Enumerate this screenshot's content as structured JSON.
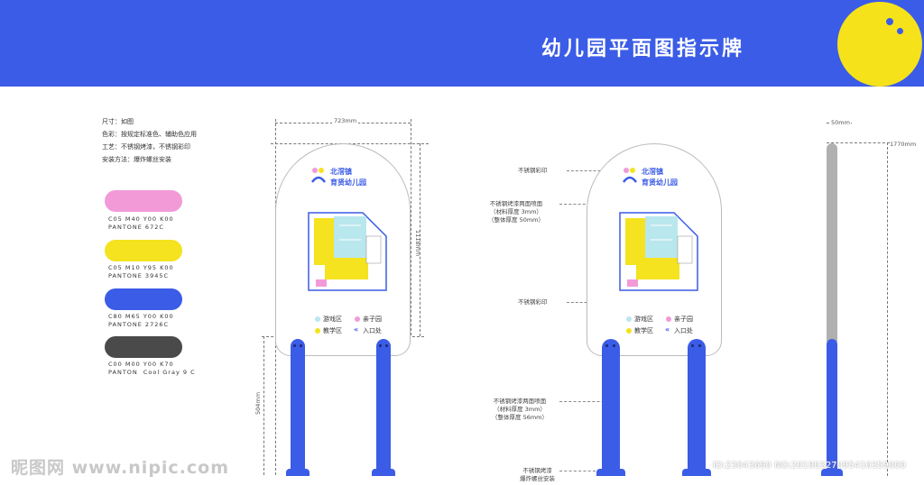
{
  "header": {
    "title": "幼儿园平面图指示牌"
  },
  "specs": {
    "line1": "尺寸：如图",
    "line2": "色彩：按规定标准色、辅助色应用",
    "line3": "工艺：不锈钢烤漆，不锈钢彩印",
    "line4": "安装方法：爆炸螺丝安装"
  },
  "swatches": [
    {
      "color": "#f29ad8",
      "text": "C05 M40 Y00 K00\nPANTONE 672C"
    },
    {
      "color": "#f4e31e",
      "text": "C05 M10 Y95 K00\nPANTONE 3945C"
    },
    {
      "color": "#3b5ce6",
      "text": "C80 M65 Y00 K00\nPANTONE 2726C"
    },
    {
      "color": "#4a4a4a",
      "text": "C00 M00 Y00 K70\nPANTON  Cool Gray 9 C"
    }
  ],
  "sign": {
    "name_line1": "北滘镇",
    "name_line2": "育贤幼儿园",
    "legend": {
      "play": "游戏区",
      "family": "亲子园",
      "teach": "教学区",
      "entrance": "入口处"
    }
  },
  "dimensions": {
    "width": "723mm",
    "height": "1118mm",
    "post_height": "504mm",
    "side_width": "50mm",
    "side_height": "1770mm"
  },
  "annotations": {
    "print_top": "不锈钢彩印",
    "panel": "不锈钢烤漆两面喷面\n（材料厚度 3mm）\n（整体厚度 50mm）",
    "print_mid": "不锈钢彩印",
    "post": "不锈钢烤漆两面喷面\n（材料厚度 3mm）\n（整体厚度 56mm）",
    "base": "不锈钢烤漆\n爆炸螺丝安装"
  },
  "watermark": {
    "site": "昵图网 www.nipic.com",
    "id": "ID:23043690 NO:20190327095410359000"
  },
  "colors": {
    "blue": "#3b5ce6",
    "yellow": "#f6e21b",
    "pink": "#f29ad8",
    "gray": "#4a4a4a",
    "lightblue": "#b9e7ee"
  }
}
